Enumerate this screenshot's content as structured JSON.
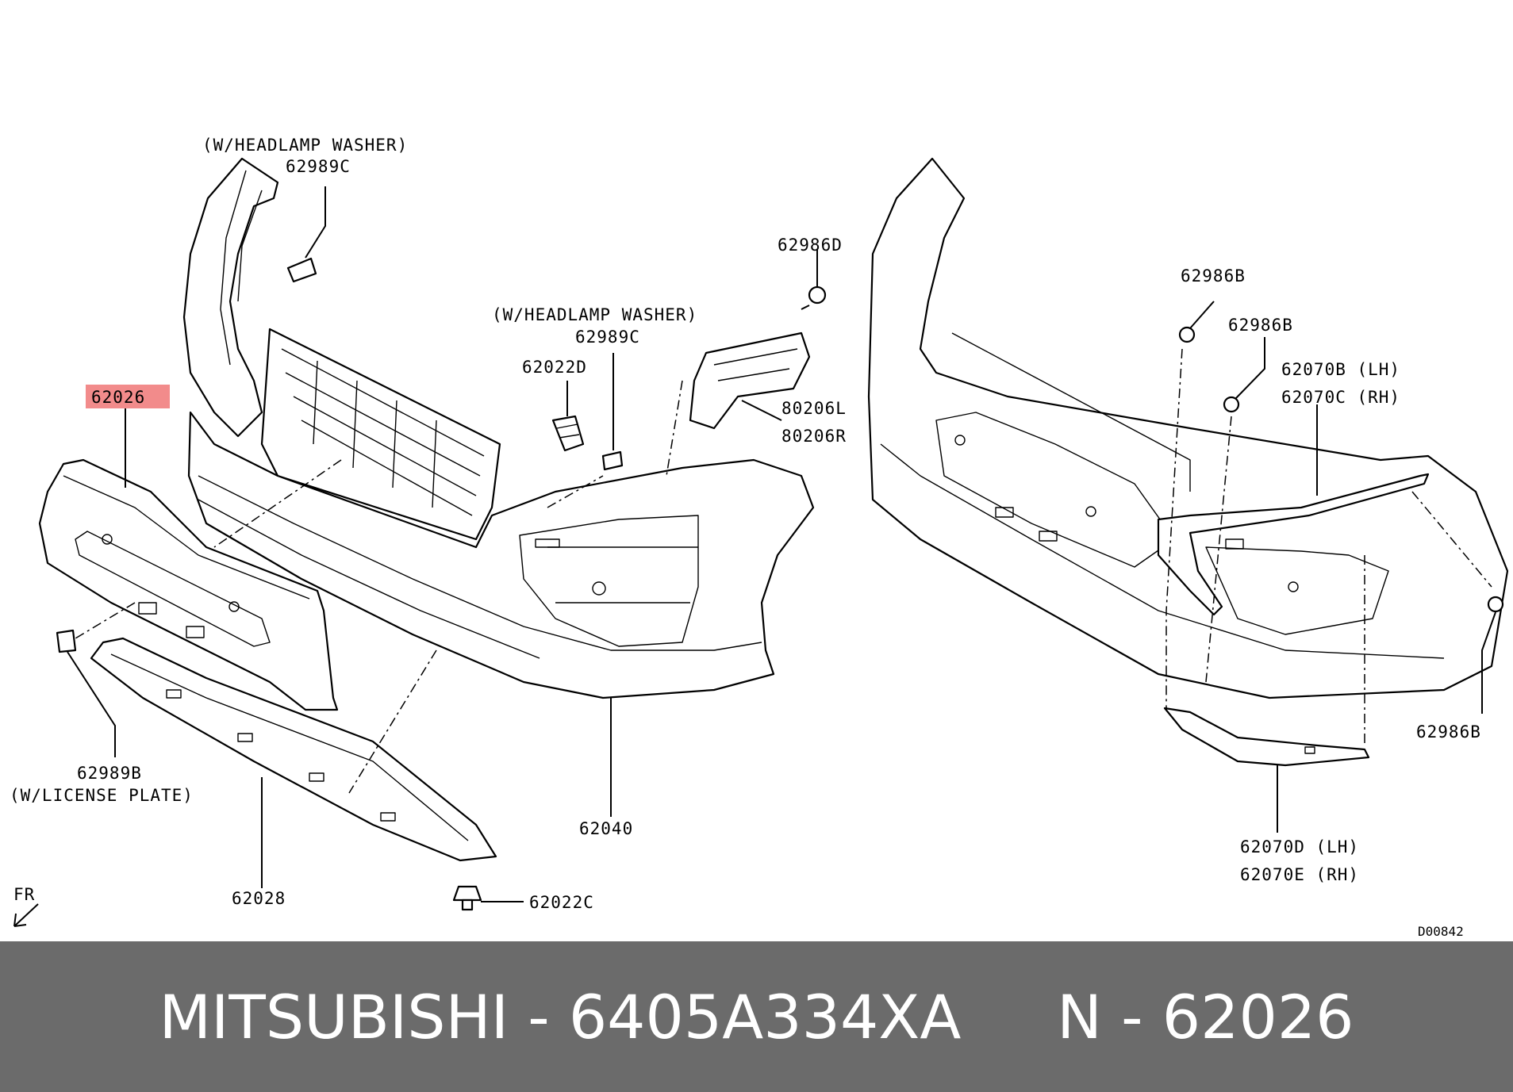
{
  "labels": {
    "washer_left_note": "(W/HEADLAMP WASHER)",
    "washer_left_part": "62989C",
    "washer_right_note": "(W/HEADLAMP WASHER)",
    "washer_right_part": "62989C",
    "p62986d": "62986D",
    "p62022d": "62022D",
    "p80206l": "80206L",
    "p80206r": "80206R",
    "p62026": "62026",
    "p62989b": "62989B",
    "license_note": "(W/LICENSE PLATE)",
    "p62028": "62028",
    "p62040": "62040",
    "p62022c": "62022C",
    "fr": "FR",
    "p62986b_a": "62986B",
    "p62986b_b": "62986B",
    "p62986b_c": "62986B",
    "p62070b": "62070B (LH)",
    "p62070c": "62070C (RH)",
    "p62070d": "62070D (LH)",
    "p62070e": "62070E (RH)",
    "diagram_code": "D00842"
  },
  "highlight_color": "#f28b8b",
  "footer": {
    "brand": "MITSUBISHI",
    "separator": " - ",
    "part_number": "6405A334XA",
    "gap": "     ",
    "ref_prefix": "N",
    "ref_number": "62026"
  }
}
